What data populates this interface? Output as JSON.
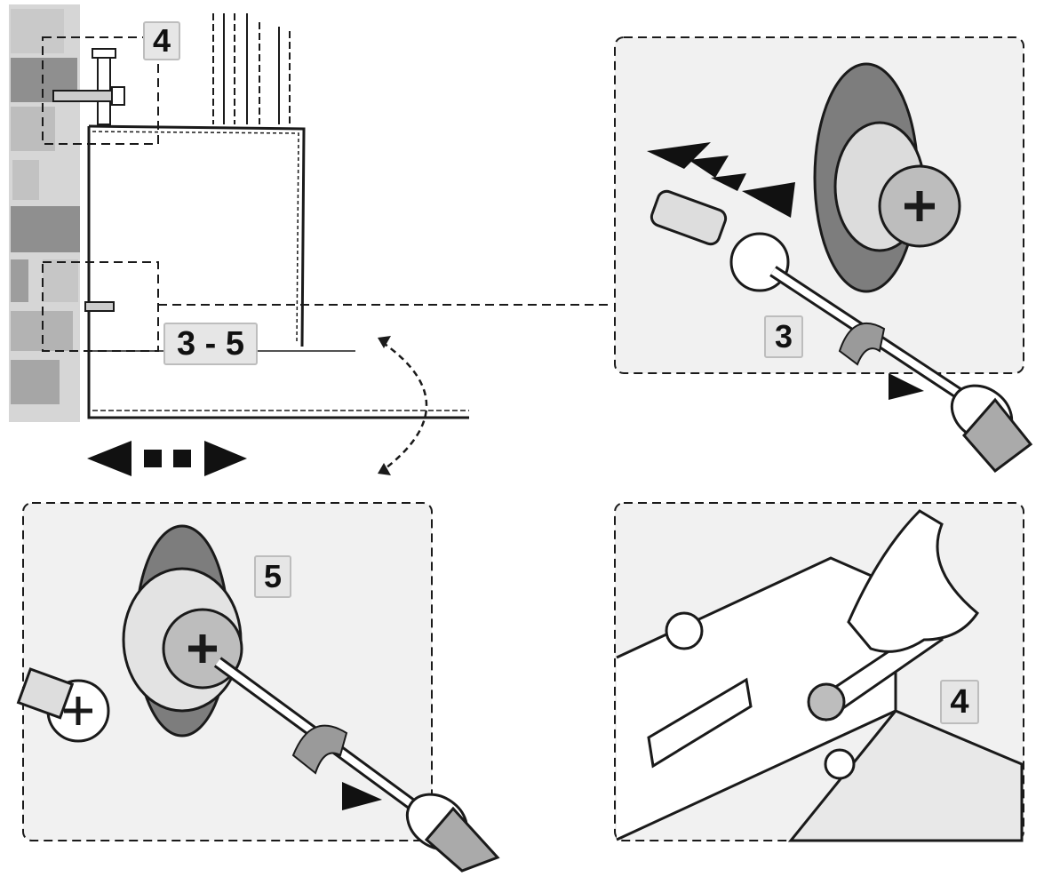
{
  "labels": {
    "overview_step": "4",
    "overview_range": "3 - 5",
    "detail_step3": "3",
    "detail_step5": "5",
    "detail_step4": "4"
  },
  "colors": {
    "line": "#1a1a1a",
    "wall_brick": "#b5b5b5",
    "wall_brick_dark": "#8f8f8f",
    "panel_bg": "#f1f1f1",
    "label_bg": "#e6e6e6",
    "arrow_grey": "#9a9a9a"
  },
  "icons": [
    "double-arrow-left-right-icon",
    "curved-swing-arrow-icon",
    "rotate-arrow-icon",
    "screwdriver-icon",
    "wrench-icon",
    "hand-icon",
    "phillips-screw-icon"
  ]
}
